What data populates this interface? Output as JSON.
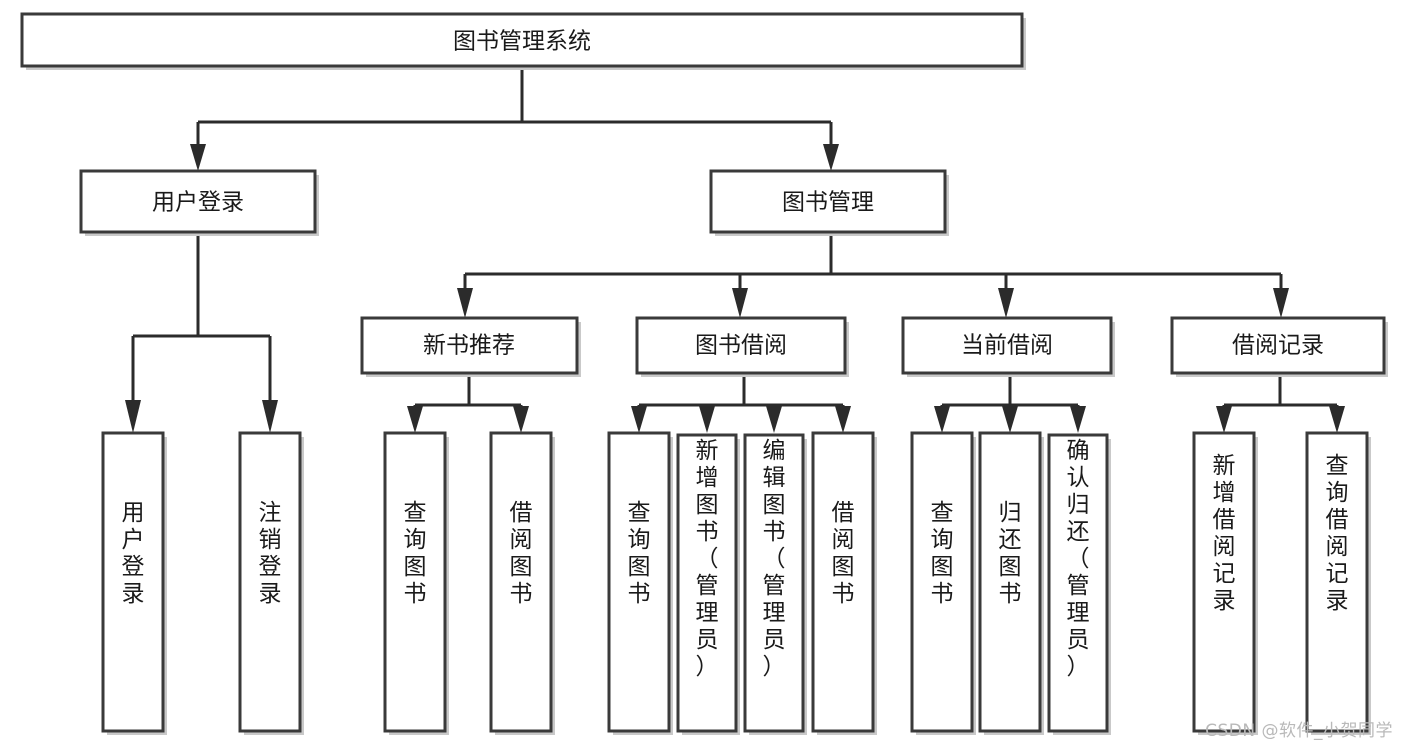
{
  "diagram": {
    "title": "图书管理系统",
    "type": "tree-hierarchy",
    "root": {
      "label": "图书管理系统",
      "orientation": "horizontal"
    },
    "level2": [
      {
        "label": "用户登录",
        "orientation": "horizontal"
      },
      {
        "label": "图书管理",
        "orientation": "horizontal"
      }
    ],
    "level3": [
      {
        "label": "新书推荐",
        "orientation": "horizontal"
      },
      {
        "label": "图书借阅",
        "orientation": "horizontal"
      },
      {
        "label": "当前借阅",
        "orientation": "horizontal"
      },
      {
        "label": "借阅记录",
        "orientation": "horizontal"
      }
    ],
    "leaves": {
      "user_login": [
        {
          "label": "用户登录",
          "orientation": "vertical"
        },
        {
          "label": "注销登录",
          "orientation": "vertical"
        }
      ],
      "new_book_recommend": [
        {
          "label": "查询图书",
          "orientation": "vertical"
        },
        {
          "label": "借阅图书",
          "orientation": "vertical"
        }
      ],
      "book_borrow": [
        {
          "label": "查询图书",
          "orientation": "vertical"
        },
        {
          "label": "新增图书（管理员）",
          "orientation": "vertical"
        },
        {
          "label": "编辑图书（管理员）",
          "orientation": "vertical"
        },
        {
          "label": "借阅图书",
          "orientation": "vertical"
        }
      ],
      "current_borrow": [
        {
          "label": "查询图书",
          "orientation": "vertical"
        },
        {
          "label": "归还图书",
          "orientation": "vertical"
        },
        {
          "label": "确认归还（管理员）",
          "orientation": "vertical"
        }
      ],
      "borrow_record": [
        {
          "label": "新增借阅记录",
          "orientation": "vertical"
        },
        {
          "label": "查询借阅记录",
          "orientation": "vertical"
        }
      ]
    },
    "colors": {
      "background": "#ffffff",
      "box_fill": "#ffffff",
      "box_stroke": "#3a3a3a",
      "connector": "#2b2b2b",
      "text": "#1a1a1a",
      "shadow": "#c9c9c9",
      "watermark": "#b9b9b9"
    }
  },
  "watermark": {
    "text": "CSDN @软件_小贺同学"
  }
}
